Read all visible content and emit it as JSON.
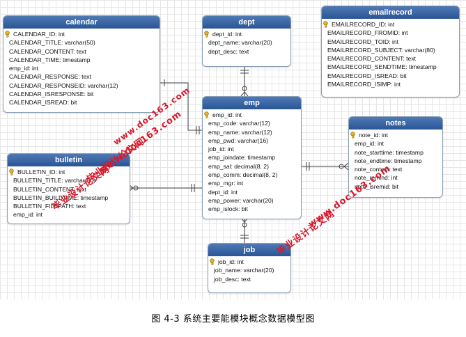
{
  "entities": {
    "calendar": {
      "title": "calendar",
      "fields": [
        "CALENDAR_ID: int",
        "CALENDAR_TITLE: varchar(50)",
        "CALENDAR_CONTENT: text",
        "CALENDAR_TIME: timestamp",
        "emp_id: int",
        "CALENDAR_RESPONSE: text",
        "CALENDAR_RESPONSEID: varchar(12)",
        "CALENDAR_ISRESPONSE: bit",
        "CALENDAR_ISREAD: bit"
      ]
    },
    "dept": {
      "title": "dept",
      "fields": [
        "dept_id: int",
        "dept_name: varchar(20)",
        "dept_desc: text"
      ]
    },
    "emailrecord": {
      "title": "emailrecord",
      "fields": [
        "EMAILRECORD_ID: int",
        "EMAILRECORD_FROMID: int",
        "EMAILRECORD_TOID: int",
        "EMAILRECORD_SUBJECT: varchar(80)",
        "EMAILRECORD_CONTENT: text",
        "EMAILRECORD_SENDTIME: timestamp",
        "EMAILRECORD_ISREAD: bit",
        "EMAILRECORD_ISIMP: int"
      ]
    },
    "emp": {
      "title": "emp",
      "fields": [
        "emp_id: int",
        "emp_code: varchar(12)",
        "emp_name: varchar(12)",
        "emp_pwd: varchar(16)",
        "job_id: int",
        "emp_joindate: timestamp",
        "emp_sal: decimal(8, 2)",
        "emp_comm: decimal(8, 2)",
        "emp_mgr: int",
        "dept_id: int",
        "emp_power: varchar(20)",
        "emp_islock: bit"
      ]
    },
    "notes": {
      "title": "notes",
      "fields": [
        "note_id: int",
        "emp_id: int",
        "note_starttime: timestamp",
        "note_endtime: timestamp",
        "note_content: text",
        "note_remind: int",
        "note_isremid: bit"
      ]
    },
    "bulletin": {
      "title": "bulletin",
      "fields": [
        "BULLETIN_ID: int",
        "BULLETIN_TITLE: varchar(50)",
        "BULLETIN_CONTENT: text",
        "BULLETIN_BUILDTIME: timestamp",
        "BULLETIN_FILEPATH: text",
        "emp_id: int"
      ]
    },
    "job": {
      "title": "job",
      "fields": [
        "job_id: int",
        "job_name: varchar(20)",
        "job_desc: text"
      ]
    }
  },
  "watermarks": {
    "w1_cn": "毕业设计论文网",
    "w1_url": "www.doc163.com",
    "w2_cn": "毕业设计论文网",
    "w2_url": "www.doc163.com",
    "w3_cn": "毕业设计论文网",
    "w3_url": "www.doc163.com"
  },
  "caption": "图 4-3        系统主要能模块概念数据模型图",
  "colors": {
    "header": "#2a5596",
    "watermark": "#d9182b",
    "link": "#444444"
  }
}
